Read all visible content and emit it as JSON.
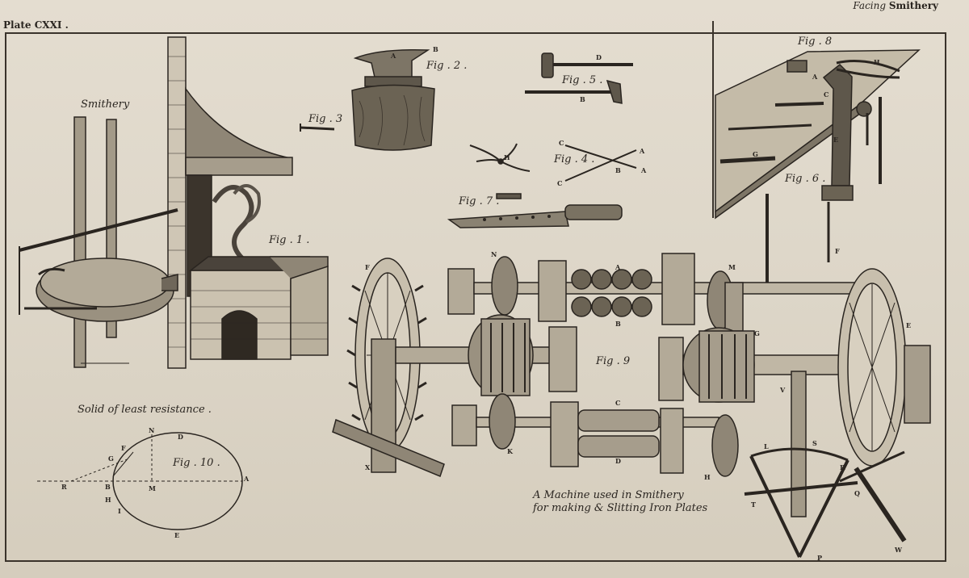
{
  "header": {
    "plate_number": "Plate CXXI .",
    "facing_word": "Facing",
    "facing_subject": "Smithery"
  },
  "captions": {
    "smithery": "Smithery",
    "solid": "Solid of least resistance .",
    "machine_line1": "A Machine used in Smithery",
    "machine_line2": "for making & Slitting Iron Plates"
  },
  "figure_labels": {
    "fig1": "Fig . 1 .",
    "fig2": "Fig . 2 .",
    "fig3": "Fig . 3",
    "fig4": "Fig . 4 .",
    "fig5": "Fig . 5 .",
    "fig6": "Fig . 6 .",
    "fig7": "Fig . 7 .",
    "fig8": "Fig . 8",
    "fig9": "Fig . 9",
    "fig10": "Fig . 10 ."
  },
  "letters": {
    "f2_a": "A",
    "f2_b": "B",
    "f5_d": "D",
    "f5_b": "B",
    "f4_c1": "C",
    "f4_c2": "C",
    "f4_a1": "A",
    "f4_a2": "A",
    "f4_b": "B",
    "f7_h": "H",
    "f6_a": "A",
    "f6_c": "C",
    "f6_h": "H",
    "f6_e": "E",
    "f6_g": "G",
    "f6_f": "F",
    "f9_n": "N",
    "f9_a": "A",
    "f9_m": "M",
    "f9_b": "B",
    "f9_f": "F",
    "f9_g": "G",
    "f9_e": "E",
    "f9_c": "C",
    "f9_k": "K",
    "f9_d": "D",
    "f9_h": "H",
    "f9_x": "X",
    "f9_v": "V",
    "f9_l": "L",
    "f9_s": "S",
    "f9_r": "R",
    "f9_t": "T",
    "f9_q": "Q",
    "f9_p": "P",
    "f9_w": "W",
    "f10_n": "N",
    "f10_d": "D",
    "f10_f": "F",
    "f10_g": "G",
    "f10_r": "R",
    "f10_b": "B",
    "f10_m": "M",
    "f10_a": "A",
    "f10_h": "H",
    "f10_i": "I",
    "f10_e": "E"
  },
  "colors": {
    "paper": "#ddd6c8",
    "ink": "#2a2520"
  }
}
